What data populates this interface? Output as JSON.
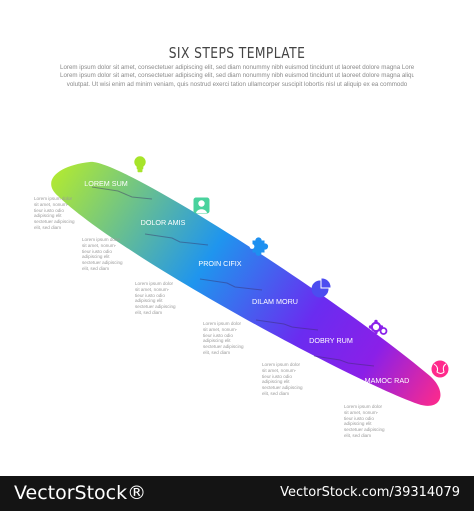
{
  "title": "SIX STEPS TEMPLATE",
  "intro_lines": [
    "Lorem ipsum dolor sit amet, consectetuer adipiscing elit, sed diam nonummy nibh euismod tincidunt ut laoreet dolore magna Lore",
    "Lorem ipsum dolor sit amet, consectetuer adipiscing elit, sed diam nonummy nibh euismod tincidunt ut laoreet dolore magna aliquam erat",
    "volutpat. Ut wisi enim ad minim veniam, quis nostrud exerci tation ullamcorper suscipit lobortis nisl ut aliquip ex ea commodo"
  ],
  "steps": [
    {
      "label": "LOREM SUM",
      "icon": "lightbulb-icon",
      "color": "#a7e42a",
      "desc": [
        "Lorem ipsum dolor",
        "sit amet, nonum-",
        "tieur iusto odio",
        "adipiscing elit",
        "sectetuer adipiscing",
        "elit, sed diam"
      ]
    },
    {
      "label": "DOLOR AMIS",
      "icon": "person-icon",
      "color": "#49d29d",
      "desc": [
        "Lorem ipsum dolor",
        "sit amet, nonum-",
        "tieur iusto odio",
        "adipiscing elit",
        "sectetuer adipiscing",
        "elit, sed diam"
      ]
    },
    {
      "label": "PROIN CIFIX",
      "icon": "puzzle-icon",
      "color": "#1e90f0",
      "desc": [
        "Lorem ipsum dolor",
        "sit amet, nonum-",
        "tieur iusto odio",
        "adipiscing elit",
        "sectetuer adipiscing",
        "elit, sed diam"
      ]
    },
    {
      "label": "DILAM MORU",
      "icon": "pie-chart-icon",
      "color": "#4c4cf0",
      "desc": [
        "Lorem ipsum dolor",
        "sit amet, nonum-",
        "tieur iusto odio",
        "adipiscing elit",
        "sectetuer adipiscing",
        "elit, sed diam"
      ]
    },
    {
      "label": "DOBRY RUM",
      "icon": "gears-icon",
      "color": "#8a22ea",
      "desc": [
        "Lorem ipsum dolor",
        "sit amet, nonum-",
        "tieur iusto odio",
        "adipiscing elit",
        "sectetuer adipiscing",
        "elit, sed diam"
      ]
    },
    {
      "label": "MAMOC RAD",
      "icon": "globe-icon",
      "color": "#ff2a8c",
      "desc": [
        "Lorem ipsum dolor",
        "sit amet, nonum-",
        "tieur iusto odio",
        "adipiscing elit",
        "sectetuer adipiscing",
        "elit, sed diam"
      ]
    }
  ],
  "gradient": [
    "#b6ec2c",
    "#1f95ee",
    "#6a2cf0",
    "#8a20e8",
    "#ff2a8a"
  ],
  "footer": {
    "brand": "VectorStock®",
    "stock_id": "VectorStock.com/39314079"
  }
}
